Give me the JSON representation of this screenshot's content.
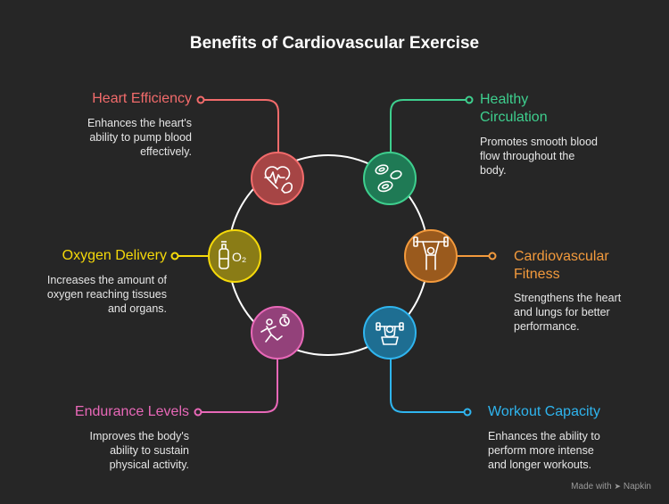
{
  "title": "Benefits of Cardiovascular Exercise",
  "colors": {
    "heart": "#f26b6b",
    "circulation": "#3ecf8e",
    "oxygen": "#f5d90a",
    "fitness": "#f39a3c",
    "endurance": "#e868b8",
    "workout": "#2fb5ef"
  },
  "items": {
    "heart": {
      "label": "Heart Efficiency",
      "desc": [
        "Enhances the heart's",
        "ability to pump blood",
        "effectively."
      ],
      "icon": "heart-rate-icon"
    },
    "circulation": {
      "label": [
        "Healthy",
        "Circulation"
      ],
      "desc": [
        "Promotes smooth blood",
        "flow throughout the",
        "body."
      ],
      "icon": "blood-cells-icon"
    },
    "oxygen": {
      "label": "Oxygen Delivery",
      "desc": [
        "Increases the amount of",
        "oxygen reaching tissues",
        "and organs."
      ],
      "icon": "oxygen-tank-icon",
      "icon_text": "O₂"
    },
    "fitness": {
      "label": [
        "Cardiovascular",
        "Fitness"
      ],
      "desc": [
        "Strengthens the heart",
        "and lungs for better",
        "performance."
      ],
      "icon": "weightlifter-icon"
    },
    "endurance": {
      "label": "Endurance Levels",
      "desc": [
        "Improves the body's",
        "ability to sustain",
        "physical activity."
      ],
      "icon": "runner-stopwatch-icon"
    },
    "workout": {
      "label": "Workout Capacity",
      "desc": [
        "Enhances the ability to",
        "perform more intense",
        "and longer workouts."
      ],
      "icon": "weights-icon"
    }
  },
  "footer": {
    "text": "Made with",
    "brand": "Napkin"
  }
}
